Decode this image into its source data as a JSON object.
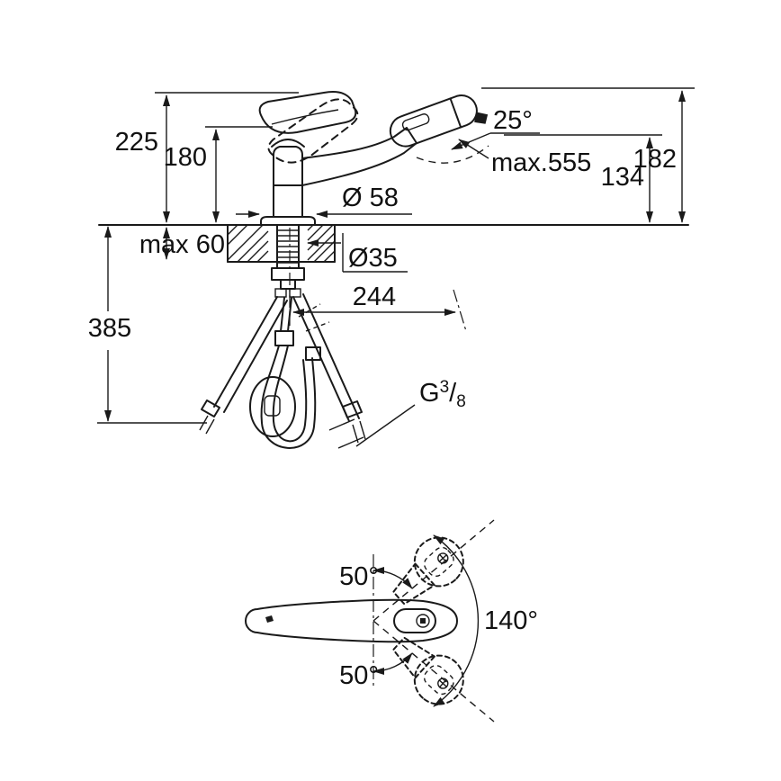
{
  "side_view": {
    "height_total": "225",
    "height_spout": "180",
    "spray_angle": "25°",
    "pullout_max": "max.555",
    "outlet_height": "134",
    "head_height": "182",
    "base_diameter": "Ø 58",
    "deck_thickness_max": "max 60",
    "hole_diameter": "Ø35",
    "reach": "244",
    "below_deck": "385",
    "thread": {
      "g": "G",
      "num": "3",
      "slash": "/",
      "den": "8"
    }
  },
  "top_view": {
    "upper_swivel": "50°",
    "total_swivel": "140°",
    "lower_swivel": "50°"
  },
  "colors": {
    "line": "#1a1a1a",
    "background": "#ffffff"
  }
}
